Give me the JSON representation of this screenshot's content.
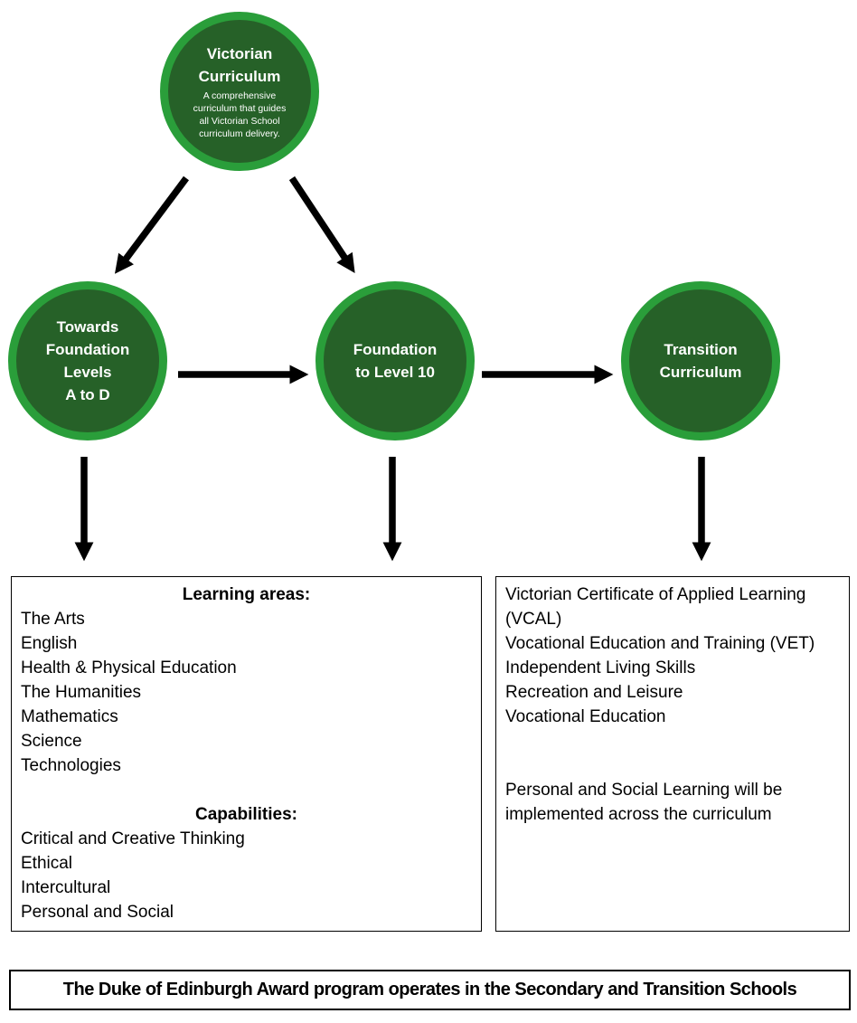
{
  "colors": {
    "ring_green": "#2A9E3A",
    "dark_green": "#266128",
    "arrow_black": "#000000",
    "text_white": "#FFFFFF"
  },
  "circles": {
    "victorian": {
      "title_lines": [
        "Victorian",
        "Curriculum"
      ],
      "subtitle": "A comprehensive curriculum that guides all Victorian School curriculum delivery."
    },
    "towards_foundation": {
      "title_lines": [
        "Towards",
        "Foundation",
        "Levels",
        "A to D"
      ]
    },
    "foundation_level10": {
      "title_lines": [
        "Foundation",
        "to Level 10"
      ]
    },
    "transition": {
      "title_lines": [
        "Transition",
        "Curriculum"
      ]
    }
  },
  "left_box": {
    "learning_areas_heading": "Learning areas:",
    "learning_areas": [
      "The Arts",
      "English",
      "Health & Physical Education",
      "The Humanities",
      "Mathematics",
      "Science",
      "Technologies"
    ],
    "capabilities_heading": "Capabilities:",
    "capabilities": [
      "Critical and Creative Thinking",
      "Ethical",
      "Intercultural",
      "Personal and Social"
    ]
  },
  "right_box": {
    "items": [
      "Victorian Certificate of Applied Learning (VCAL)",
      "Vocational Education and Training (VET)",
      "Independent Living Skills",
      "Recreation and Leisure",
      "Vocational Education"
    ],
    "note": "Personal and Social Learning will be implemented across the curriculum"
  },
  "footer": {
    "text": "The Duke of Edinburgh Award program operates in the Secondary and Transition Schools"
  }
}
